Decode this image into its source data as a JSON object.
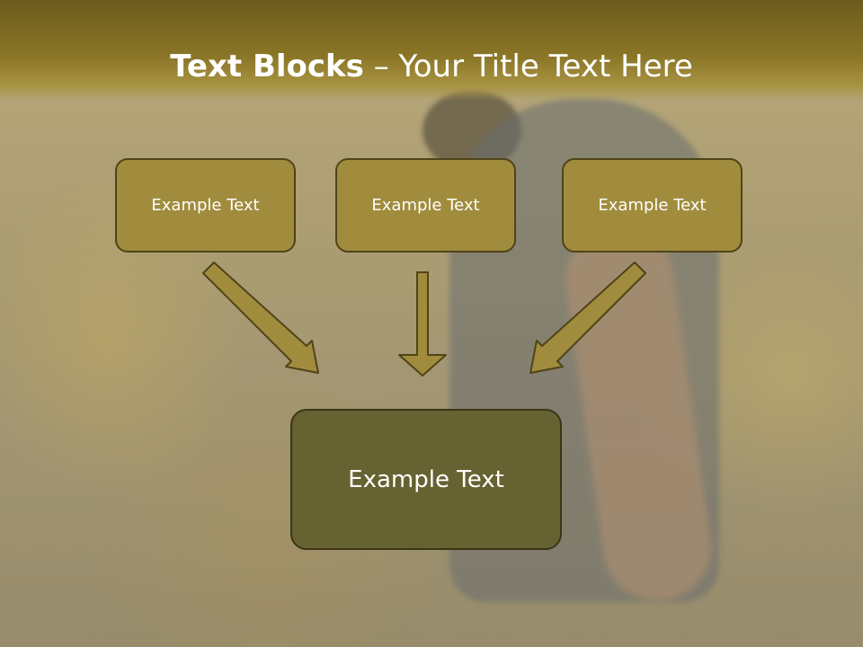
{
  "slide": {
    "title_bold": "Text Blocks",
    "title_rest": " – Your Title Text Here",
    "boxes": [
      {
        "label": "Example Text"
      },
      {
        "label": "Example Text"
      },
      {
        "label": "Example Text"
      }
    ],
    "main_box": {
      "label": "Example Text"
    }
  },
  "colors": {
    "title_bar": "#8a7526",
    "box_fill": "#a08c3c",
    "box_border": "#4f4418",
    "main_box_fill": "#676232",
    "arrow_fill": "#a08c3c"
  }
}
